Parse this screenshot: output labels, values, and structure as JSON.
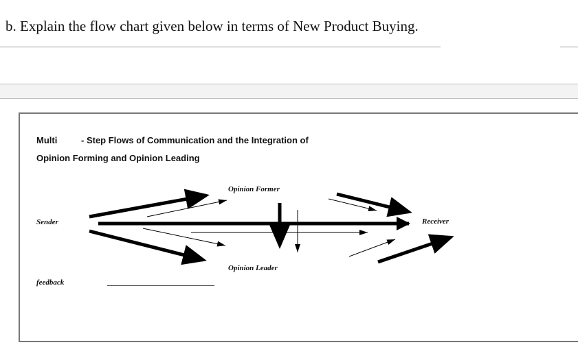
{
  "question": "b.  Explain the flow chart given below in terms of New Product Buying.",
  "diagram": {
    "title_multi": "Multi",
    "title_rest": "- Step Flows of Communication and the Integration of",
    "title_line2": "Opinion Forming and Opinion Leading",
    "nodes": {
      "opinion_former": "Opinion Former",
      "opinion_leader": "Opinion Leader",
      "sender": "Sender",
      "receiver": "Receiver",
      "feedback": "feedback"
    }
  }
}
